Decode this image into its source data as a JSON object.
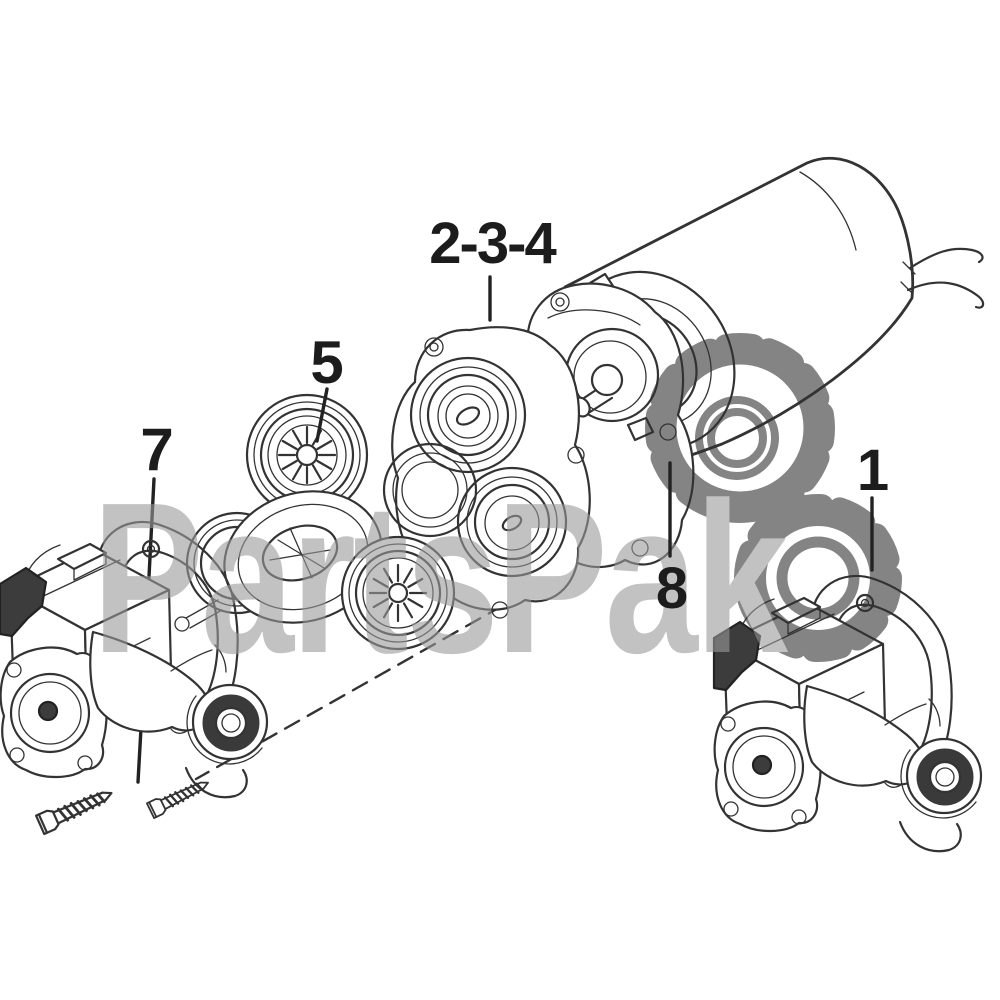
{
  "diagram": {
    "type": "exploded-parts-diagram",
    "description": "pump assembly exploded view line drawing",
    "callouts": {
      "valve_assembly": "2-3-4",
      "drive_cam": "5",
      "screw_kit": "7",
      "motor": "8",
      "pump_assembly": "1"
    },
    "colors": {
      "background": "#ffffff",
      "ink": "#333333",
      "label": "#1c1c1c",
      "dark_fill": "#3c3c3c",
      "watermark_gray": "#c7c7c7"
    }
  },
  "watermark": {
    "text": "PartsPak",
    "logo_icon": "gear-icon"
  }
}
